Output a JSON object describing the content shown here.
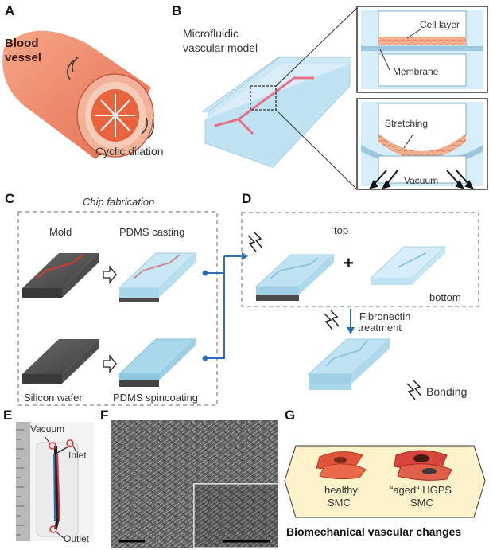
{
  "panels": {
    "a": "A",
    "b": "B",
    "c": "C",
    "d": "D",
    "e": "E",
    "f": "F",
    "g": "G"
  },
  "a": {
    "vessel": "Blood vessel",
    "dilation": "Cyclic dilation"
  },
  "b": {
    "model_line1": "Microfluidic",
    "model_line2": "vascular model",
    "cell_layer": "Cell layer",
    "membrane": "Membrane",
    "stretching": "Stretching",
    "vacuum": "Vacuum"
  },
  "c": {
    "title": "Chip fabrication",
    "mold": "Mold",
    "pdms_casting": "PDMS casting",
    "silicon_wafer": "Silicon wafer",
    "pdms_spincoating": "PDMS spincoating"
  },
  "d": {
    "top": "top",
    "plus": "+",
    "bottom": "bottom",
    "fibronectin_line1": "Fibronectin",
    "fibronectin_line2": "treatment",
    "bonding": "Bonding"
  },
  "e": {
    "vacuum": "Vacuum",
    "inlet": "Inlet",
    "outlet": "Outlet"
  },
  "g": {
    "healthy_line1": "healthy",
    "healthy_line2": "SMC",
    "aged_line1": "“aged“ HGPS",
    "aged_line2": "SMC",
    "caption": "Biomechanical vascular changes"
  },
  "colors": {
    "vessel": "#f08a6a",
    "pdms": "#bfe3f3",
    "channel": "#e8708a",
    "accent_blue": "#2a6fb7",
    "wafer": "#555555",
    "cell_red": "#e0553a"
  }
}
